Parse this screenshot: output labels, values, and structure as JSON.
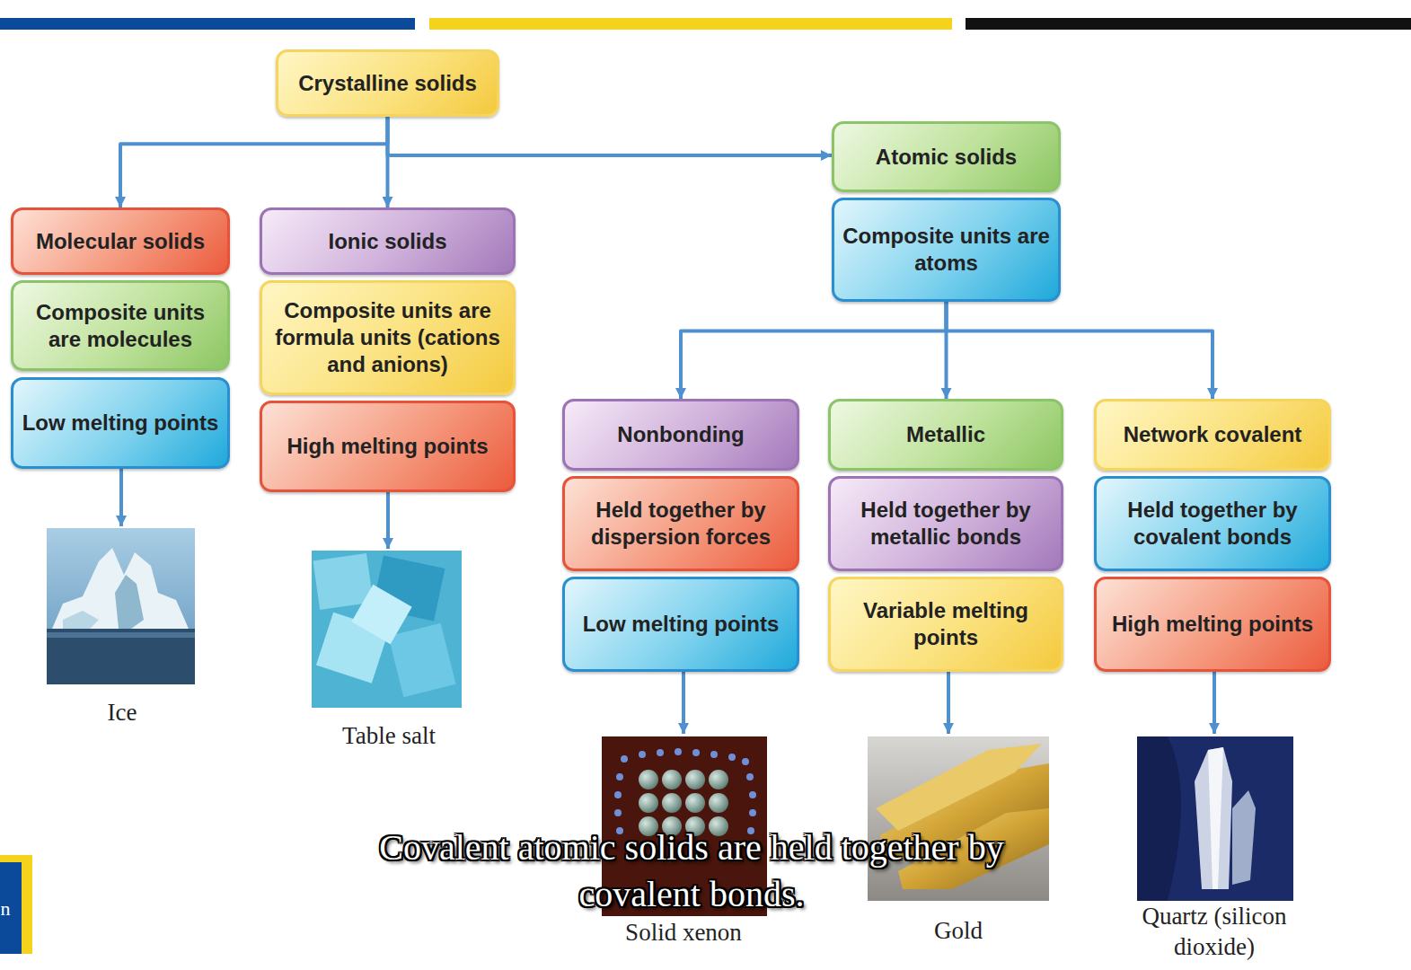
{
  "diagram": {
    "caption": "Covalent atomic solids are held together by covalent bonds.",
    "nodes": [
      {
        "text": [
          "Crystalline solids"
        ]
      },
      {
        "text": [
          "Molecular solids"
        ]
      },
      {
        "text": [
          "Composite units are molecules"
        ]
      },
      {
        "text": [
          "Low melting points"
        ]
      },
      {
        "text": [
          "Ionic solids"
        ]
      },
      {
        "text": [
          "Composite units are formula units (cations and anions)"
        ]
      },
      {
        "text": [
          "High melting points"
        ]
      },
      {
        "text": [
          "Atomic solids"
        ]
      },
      {
        "text": [
          "Composite units are atoms"
        ]
      },
      {
        "text": [
          "Nonbonding"
        ]
      },
      {
        "text": [
          "Held together by dispersion forces"
        ]
      },
      {
        "text": [
          "Low melting points"
        ]
      },
      {
        "text": [
          "Metallic"
        ]
      },
      {
        "text": [
          "Held together by metallic bonds"
        ]
      },
      {
        "text": [
          "Variable melting points"
        ]
      },
      {
        "text": [
          "Network covalent"
        ]
      },
      {
        "text": [
          "Held together by covalent bonds"
        ]
      },
      {
        "text": [
          "High melting points"
        ]
      }
    ],
    "edges": [
      {
        "from": 0,
        "to": 1,
        "arrow": "to"
      },
      {
        "from": 0,
        "to": 4,
        "arrow": "to"
      },
      {
        "from": 0,
        "to": 7,
        "arrow": "to"
      },
      {
        "from": 8,
        "to": 9,
        "arrow": "to"
      },
      {
        "from": 8,
        "to": 12,
        "arrow": "to"
      },
      {
        "from": 8,
        "to": 15,
        "arrow": "to"
      }
    ],
    "labels": [
      "Ice",
      "Table salt",
      "Solid xenon",
      "Gold",
      "Quartz (silicon dioxide)",
      "n"
    ]
  }
}
